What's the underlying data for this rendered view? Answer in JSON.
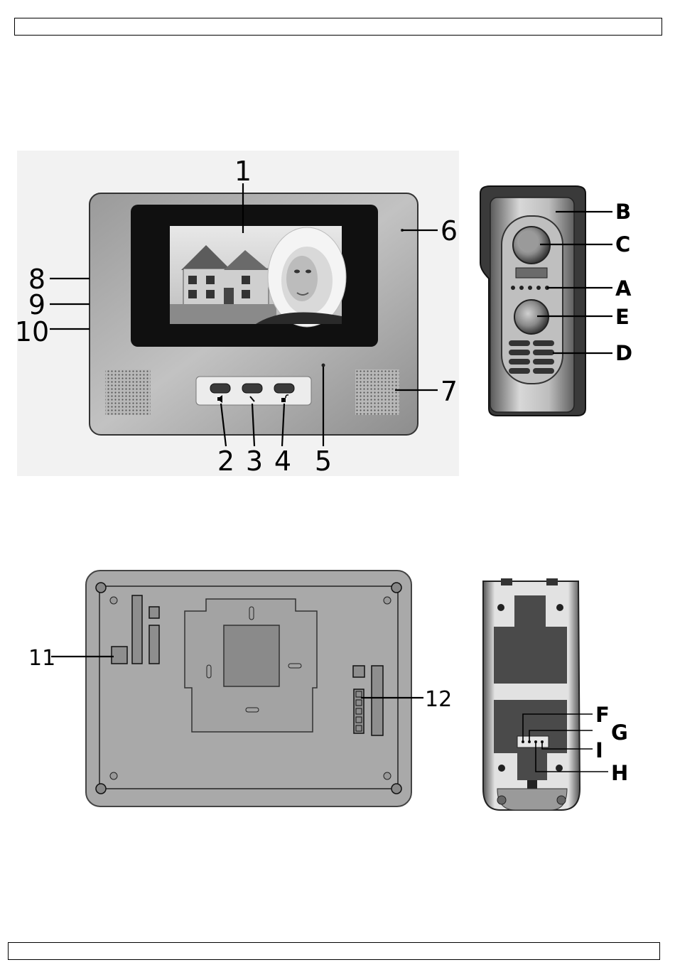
{
  "header_box_text": "",
  "footer_box_text": "",
  "monitor_front": {
    "callouts": [
      "1",
      "2",
      "3",
      "4",
      "5",
      "6",
      "7",
      "8",
      "9",
      "10"
    ],
    "button_icons": [
      "speaker-icon",
      "handset-icon",
      "unlock-icon"
    ]
  },
  "outdoor_unit_front": {
    "callouts": [
      "B",
      "C",
      "A",
      "E",
      "D"
    ]
  },
  "monitor_back": {
    "callouts": [
      "11",
      "12"
    ]
  },
  "outdoor_unit_back": {
    "callouts": [
      "F",
      "G",
      "I",
      "H"
    ]
  },
  "colors": {
    "housing_light": "#b4b4b4",
    "housing_dark": "#7a7a7a",
    "screen_bezel": "#111111",
    "back_panel": "#a8a8a8",
    "speaker_grille": "#6e6e6e"
  }
}
